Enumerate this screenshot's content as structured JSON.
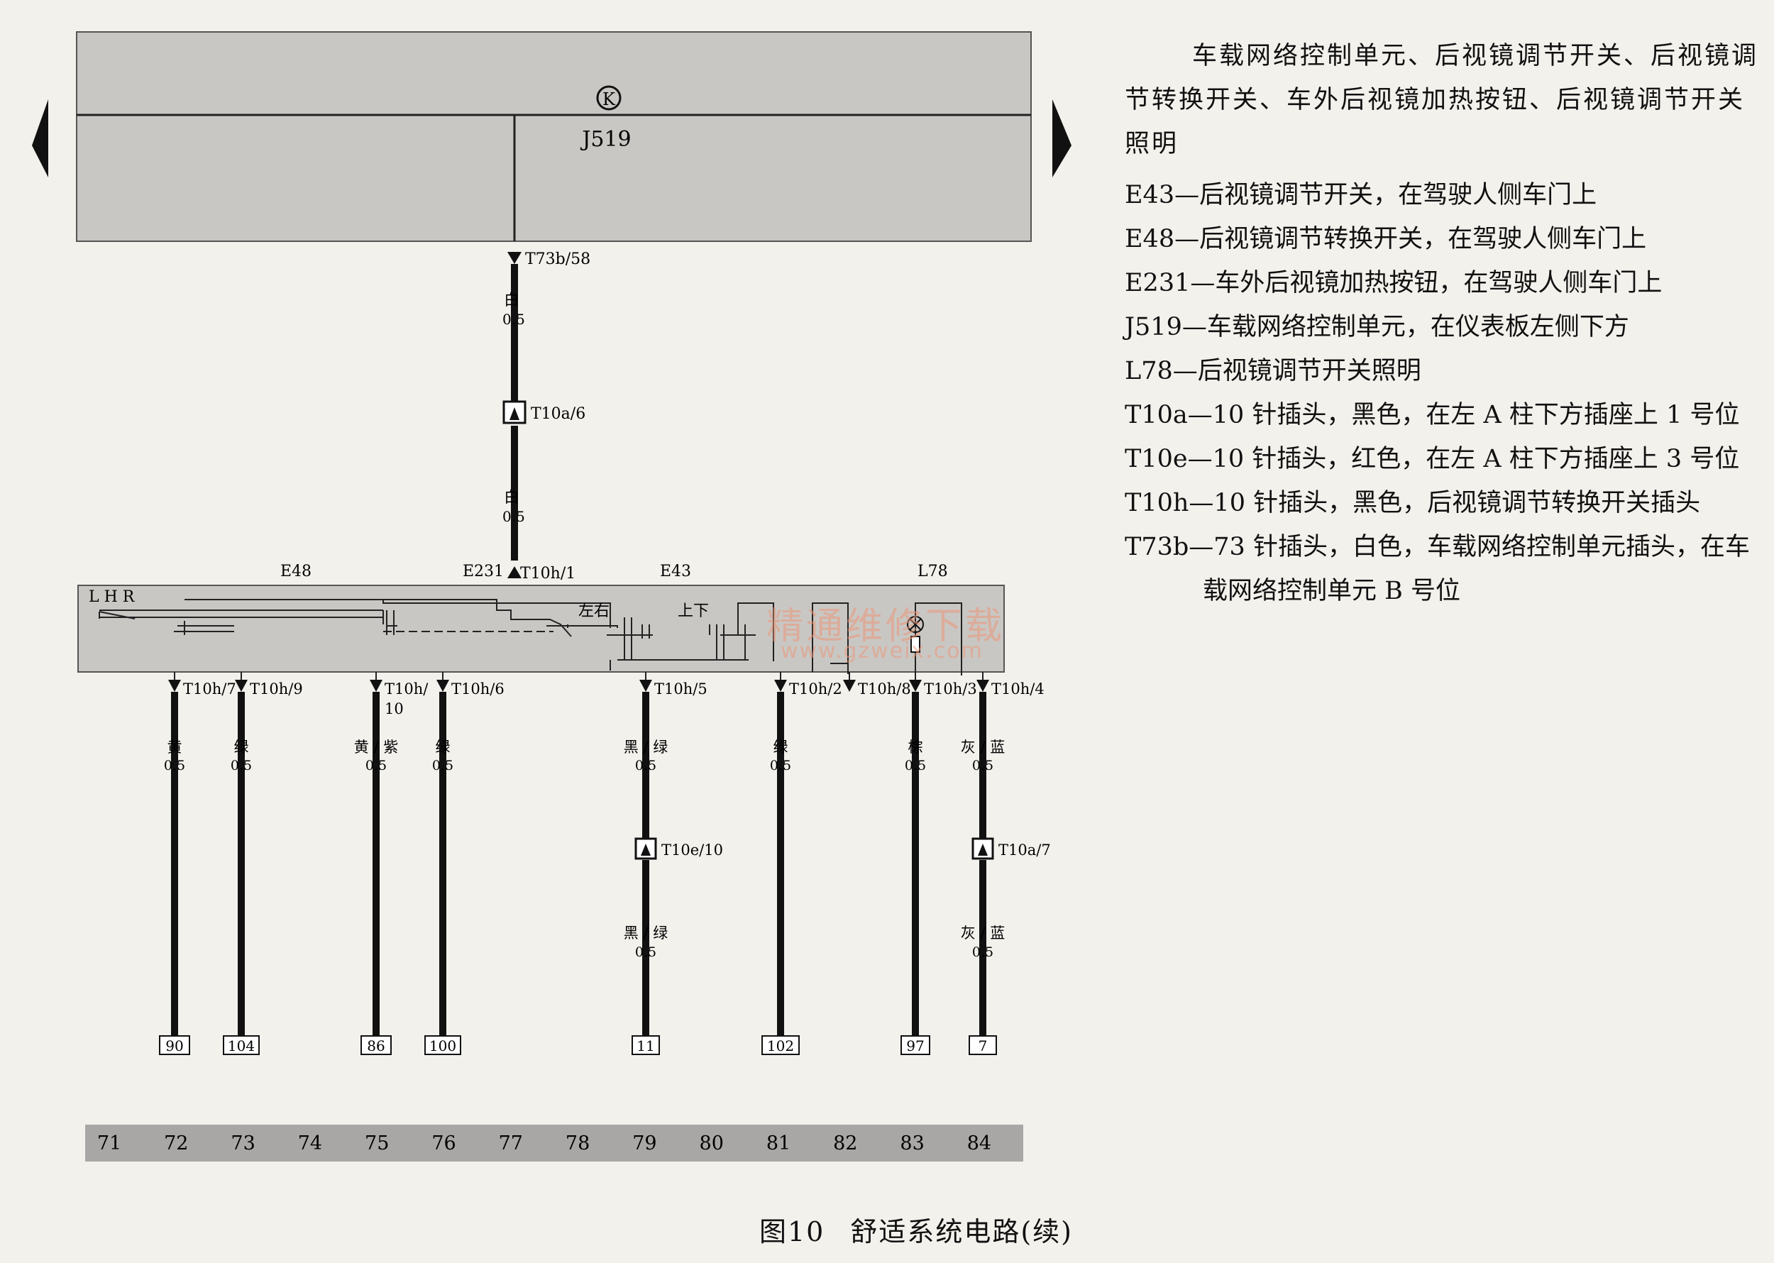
{
  "caption": {
    "figure": "图10",
    "title": "舒适系统电路(续)"
  },
  "controller": {
    "symbol": "K",
    "name": "J519",
    "pin": "T73b/58"
  },
  "supply": {
    "upper_color": "白",
    "upper_size": "0.5",
    "connector": "T10a/6",
    "lower_color": "白",
    "lower_size": "0.5",
    "entry_pin": "T10h/1"
  },
  "switch_block": {
    "labels": [
      "E48",
      "E231",
      "E43",
      "L78"
    ],
    "lhr": "L H R",
    "lr": "左右",
    "ud": "上下"
  },
  "wires": [
    {
      "pin": "T10h/7",
      "color": "黄",
      "size": "0.5",
      "target": "90"
    },
    {
      "pin": "T10h/9",
      "color": "绿",
      "size": "0.5",
      "target": "104"
    },
    {
      "pin": "T10h/10",
      "color": "黄 / 紫",
      "size": "0.5",
      "target": "86"
    },
    {
      "pin": "T10h/6",
      "color": "绿",
      "size": "0.5",
      "target": "100"
    },
    {
      "pin": "T10h/5",
      "color": "黑 / 绿",
      "size": "0.5",
      "connector": "T10e/10",
      "color2": "黑 / 绿",
      "size2": "0.5",
      "target": "11"
    },
    {
      "pin": "T10h/2",
      "color": "绿",
      "size": "0.5",
      "target": "102"
    },
    {
      "pin": "T10h/8",
      "color": "",
      "size": "",
      "target": ""
    },
    {
      "pin": "T10h/3",
      "color": "棕",
      "size": "0.5",
      "target": "97"
    },
    {
      "pin": "T10h/4",
      "color": "灰 / 蓝",
      "size": "0.5",
      "connector": "T10a/7",
      "color2": "灰 / 蓝",
      "size2": "0.5",
      "target": "7"
    }
  ],
  "ruler": [
    "71",
    "72",
    "73",
    "74",
    "75",
    "76",
    "77",
    "78",
    "79",
    "80",
    "81",
    "82",
    "83",
    "84"
  ],
  "legend": {
    "intro": "车载网络控制单元、后视镜调节开关、后视镜调节转换开关、车外后视镜加热按钮、后视镜调节开关照明",
    "items": [
      "E43—后视镜调节开关，在驾驶人侧车门上",
      "E48—后视镜调节转换开关，在驾驶人侧车门上",
      "E231—车外后视镜加热按钮，在驾驶人侧车门上",
      "J519—车载网络控制单元，在仪表板左侧下方",
      "L78—后视镜调节开关照明",
      "T10a—10 针插头，黑色，在左 A 柱下方插座上 1 号位",
      "T10e—10 针插头，红色，在左 A 柱下方插座上 3 号位",
      "T10h—10 针插头，黑色，后视镜调节转换开关插头",
      "T73b—73 针插头，白色，车载网络控制单元插头，在车"
    ],
    "continuation": "载网络控制单元 B 号位"
  },
  "watermark": {
    "line1": "精通维修下载",
    "line2": "www.gzweix.com"
  }
}
